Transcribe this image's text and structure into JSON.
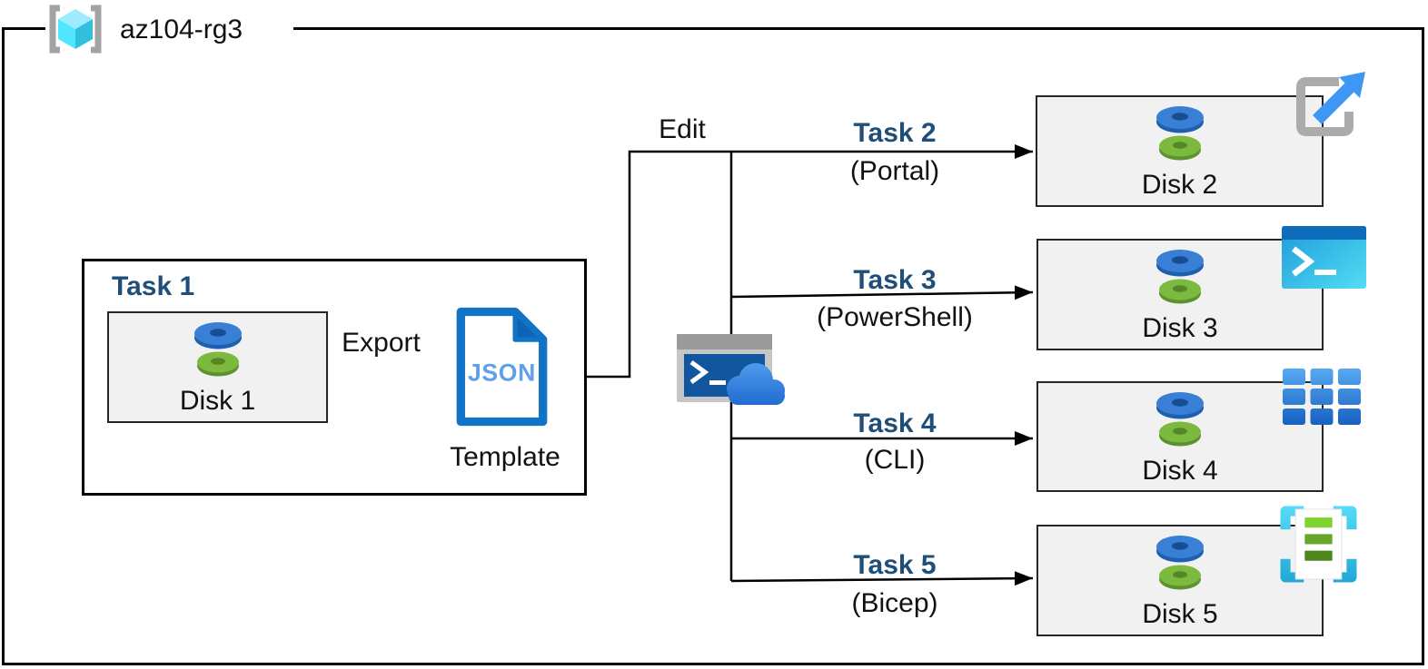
{
  "header": {
    "resource_group": "az104-rg3"
  },
  "task1": {
    "title": "Task 1",
    "disk": "Disk 1",
    "export_label": "Export",
    "json_badge": "JSON",
    "template_label": "Template"
  },
  "edit_label": "Edit",
  "tasks": [
    {
      "title": "Task 2",
      "method": "(Portal)",
      "disk": "Disk 2",
      "icon": "portal-icon"
    },
    {
      "title": "Task 3",
      "method": "(PowerShell)",
      "disk": "Disk 3",
      "icon": "powershell-icon"
    },
    {
      "title": "Task 4",
      "method": "(CLI)",
      "disk": "Disk 4",
      "icon": "cli-icon"
    },
    {
      "title": "Task 5",
      "method": "(Bicep)",
      "disk": "Disk 5",
      "icon": "bicep-template-icon"
    }
  ],
  "icons": [
    "resource-group-icon",
    "disk-stack-icon",
    "json-template-icon",
    "cloud-shell-icon",
    "portal-icon",
    "powershell-icon",
    "cli-icon",
    "bicep-template-icon"
  ],
  "colors": {
    "task_title_blue": "#1F4E79",
    "line_black": "#000000",
    "disk_box_fill": "#F1F1F1",
    "json_doc_blue": "#1173C5",
    "json_text_blue": "#5FA0E8",
    "disk_top_blue": "#3A7FD6",
    "disk_bottom_green": "#7CB93F",
    "cyan_cube": "#50E6FF"
  }
}
